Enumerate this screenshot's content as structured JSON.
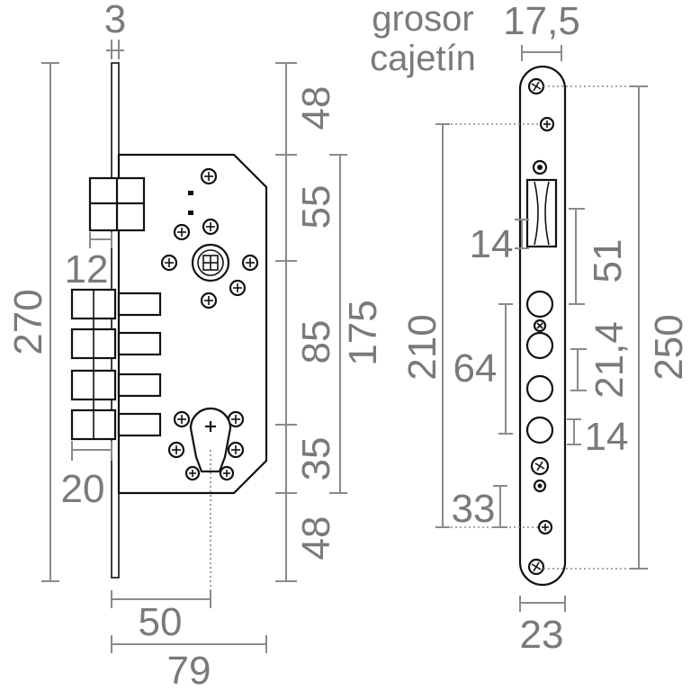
{
  "labels": {
    "plate_thickness": "3",
    "total_height": "270",
    "top_offset": "48",
    "bottom_offset": "48",
    "seg_55": "55",
    "seg_85": "85",
    "seg_35": "35",
    "seg_175": "175",
    "latch_offset": "12",
    "bolt_offset": "20",
    "backset": "50",
    "body_width": "79",
    "grosor_line1": "grosor",
    "grosor_line2": "cajetín",
    "grosor_value": "17,5",
    "latch_height": "14",
    "latch_span": "51",
    "screw_span_210": "210",
    "screw_span_250": "250",
    "bolt_span": "64",
    "bolt_pitch": "21,4",
    "bolt_size": "14",
    "bottom_span": "33",
    "plate_width": "23"
  },
  "colors": {
    "dimension": "#7a7a7a",
    "outline": "#111111",
    "background": "#ffffff"
  }
}
